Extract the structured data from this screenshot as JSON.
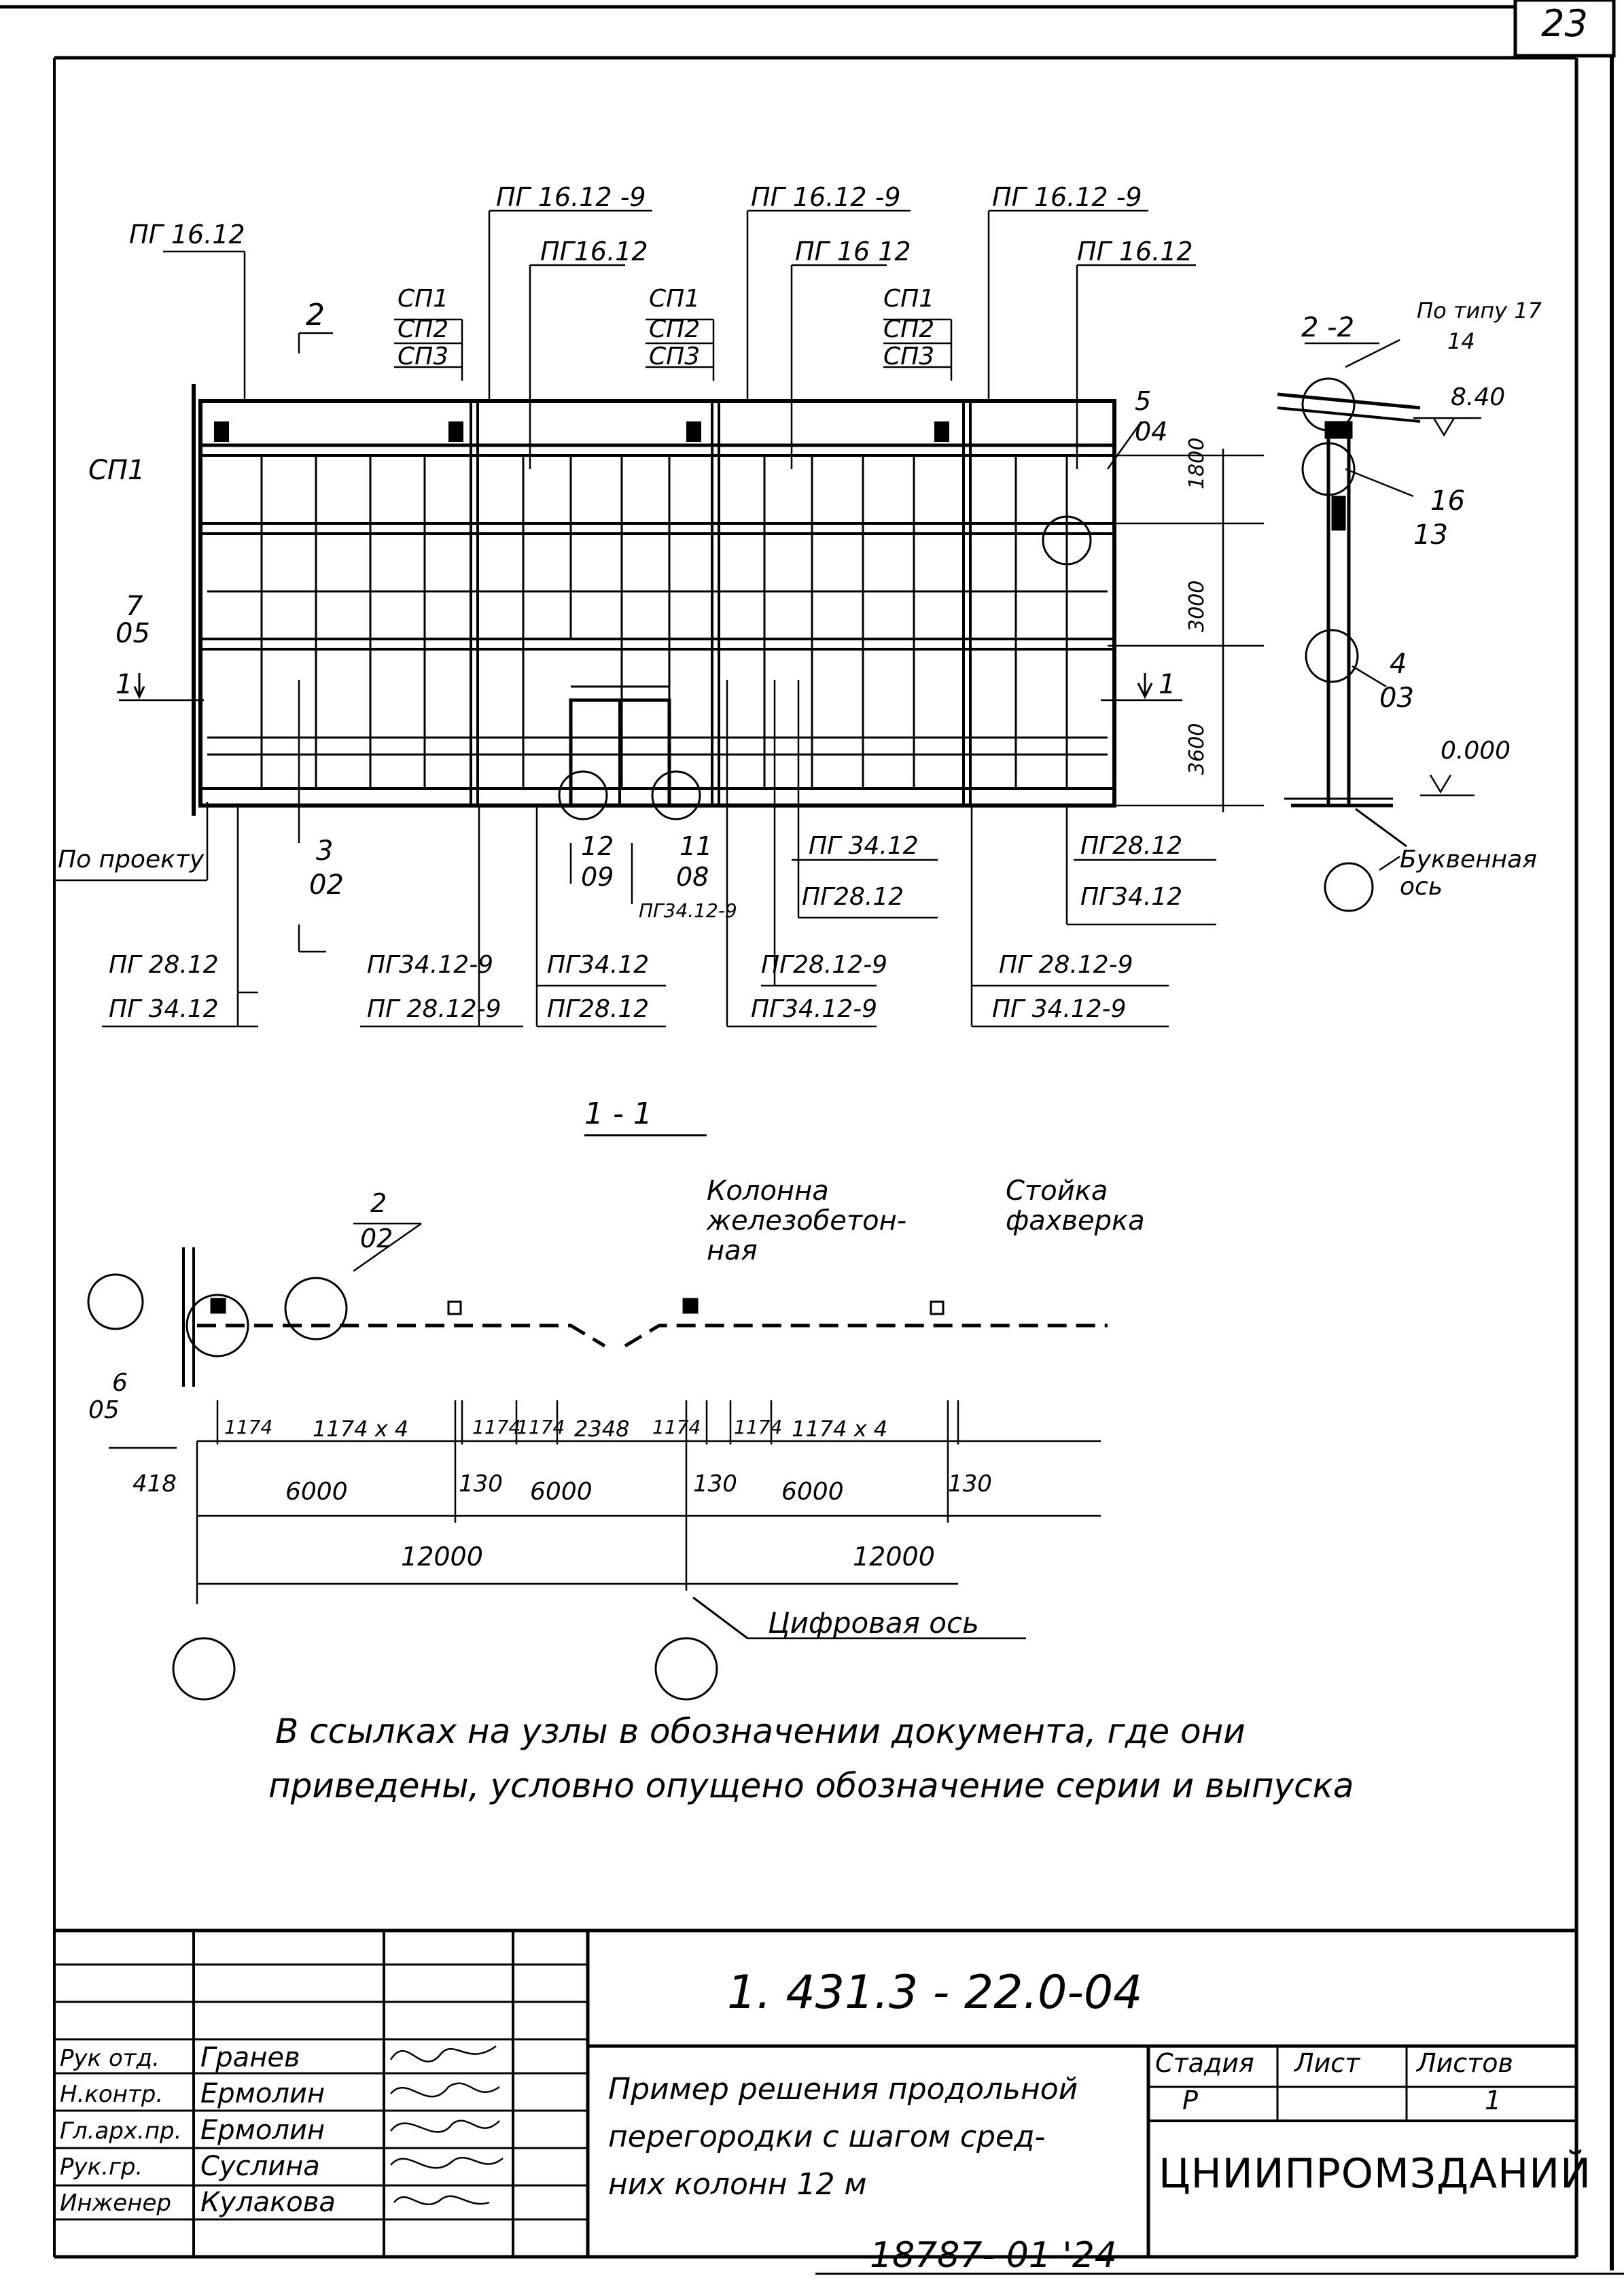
{
  "sheet_number": "23",
  "bottom_number": "18787- 01 '24",
  "elevation": {
    "top_marks": [
      "ПГ 16.12",
      "ПГ 16.12 -9",
      "ПГ16.12",
      "ПГ 16.12 -9",
      "ПГ 16 12",
      "ПГ 16.12 -9",
      "ПГ 16.12"
    ],
    "cp_group": [
      "СП1",
      "СП2",
      "СП3"
    ],
    "section_mark": "2",
    "left_labels": {
      "cp1": "СП1",
      "node_top": "7",
      "node_bot": "05",
      "sec1": "1"
    },
    "bottom_marks": [
      "По проекту",
      "ПГ 28.12",
      "ПГ 34.12",
      "ПГ34.12-9",
      "ПГ 28.12-9",
      "ПГ34.12",
      "ПГ28.12",
      "ПГ34.12-9",
      "ПГ 34.12",
      "ПГ28.12",
      "ПГ28.12-9",
      "ПГ34.12-9",
      "ПГ 28.12-9",
      "ПГ 34.12-9",
      "ПГ28.12",
      "ПГ34.12"
    ],
    "node_refs": [
      {
        "top": "5",
        "bot": "04"
      },
      {
        "top": "3",
        "bot": "02"
      },
      {
        "top": "12",
        "bot": "09"
      },
      {
        "top": "11",
        "bot": "08"
      }
    ],
    "dims": [
      "1800",
      "3000",
      "3600"
    ],
    "sec_right": "1"
  },
  "section_2_2": {
    "title": "2 -2",
    "type_ref": {
      "top": "По типу 17",
      "bot": "14"
    },
    "level_top": "8.40",
    "level_bot": "0.000",
    "node_a": {
      "top": "16",
      "bot": "13"
    },
    "node_b": {
      "top": "4",
      "bot": "03"
    },
    "axis_label": "Буквенная ось"
  },
  "section_1_1": {
    "title": "1 - 1",
    "node": {
      "top": "2",
      "bot": "02"
    },
    "column_label": "Колонна железобетон-ная",
    "post_label": "Стойка фахверка",
    "left_ref": {
      "top": "6",
      "bot": "05"
    },
    "dims_top": [
      "1174",
      "1174 x 4",
      "1174",
      "1174",
      "2348",
      "1174",
      "1174",
      "1174 x 4"
    ],
    "dims_mid": [
      "418",
      "6000",
      "130",
      "6000",
      "130",
      "6000",
      "130"
    ],
    "dims_span": [
      "12000",
      "12000"
    ],
    "axis_label": "Цифровая ось"
  },
  "note": [
    "В ссылках на узлы в обозначении документа, где они",
    "приведены, условно опущено обозначение серии и выпуска"
  ],
  "title_block": {
    "doc_code": "1. 431.3 - 22.0-04",
    "roles": [
      "Рук отд.",
      "Н.контр.",
      "Гл.арх.пр.",
      "Рук.гр.",
      "Инженер"
    ],
    "names": [
      "Гранев",
      "Ермолин",
      "Ермолин",
      "Суслина",
      "Кулакова"
    ],
    "title_lines": [
      "Пример решения продольной",
      "перегородки с шагом сред-",
      "них колонн 12 м"
    ],
    "stage_hdr": "Стадия",
    "sheet_hdr": "Лист",
    "sheets_hdr": "Листов",
    "stage": "Р",
    "sheets": "1",
    "org": "ЦНИИПРОМЗДАНИЙ"
  }
}
